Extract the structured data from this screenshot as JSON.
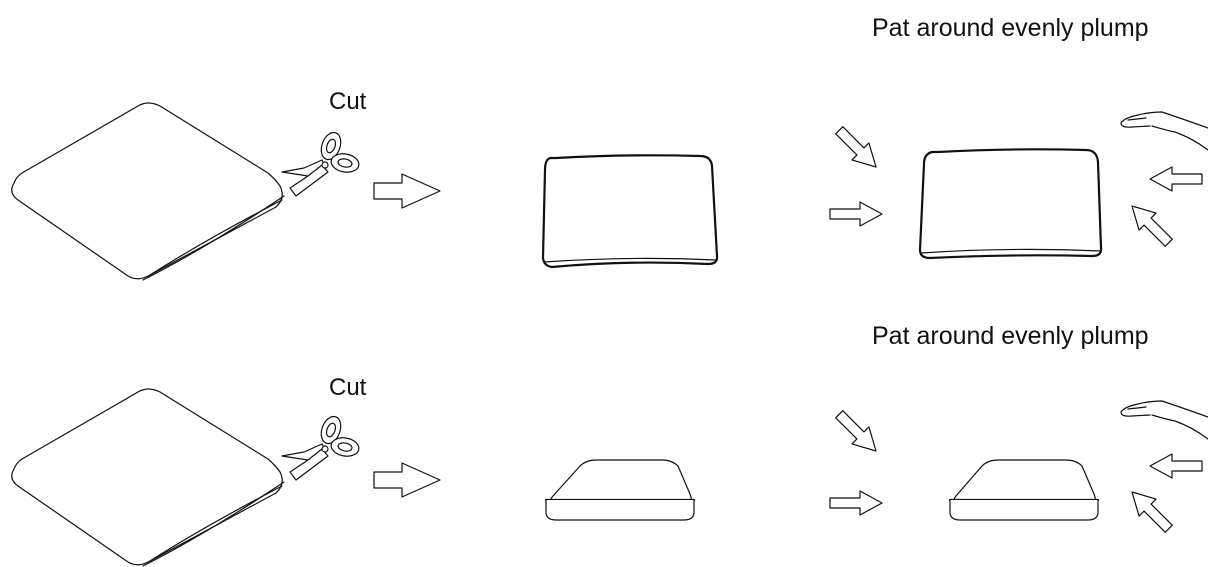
{
  "rows": [
    {
      "cut_label": "Cut",
      "pat_label": "Pat around evenly plump",
      "icons": [
        "cushion-icon",
        "scissors-icon",
        "arrow-right-icon",
        "compressed-pillow-icon",
        "hand-icon",
        "plump-pillow-icon"
      ]
    },
    {
      "cut_label": "Cut",
      "pat_label": "Pat around evenly plump",
      "icons": [
        "cushion-icon",
        "scissors-icon",
        "arrow-right-icon",
        "compressed-cushion-icon",
        "hand-icon",
        "plump-cushion-icon"
      ]
    }
  ],
  "colors": {
    "ink": "#111111",
    "background": "#ffffff"
  }
}
